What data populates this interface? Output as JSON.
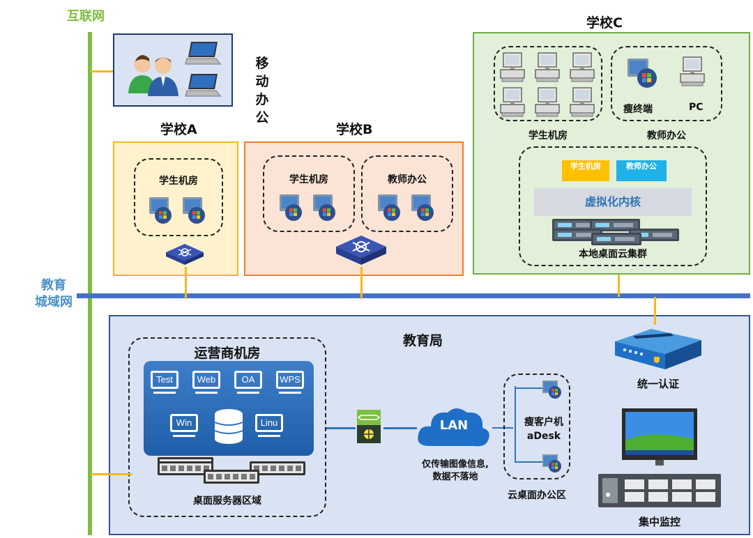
{
  "labels": {
    "internet": "互联网",
    "mobile_office": [
      "移",
      "动",
      "办",
      "公"
    ],
    "school_a": "学校A",
    "school_b": "学校B",
    "school_c": "学校C",
    "edu_network": [
      "教育",
      "城域网"
    ],
    "education_bureau": "教育局"
  },
  "school_a": {
    "student_lab": "学生机房"
  },
  "school_b": {
    "student_lab": "学生机房",
    "teacher_office": "教师办公"
  },
  "school_c": {
    "student_lab": "学生机房",
    "teacher_office": "教师办公",
    "thin_terminal": "瘦终端",
    "pc": "PC",
    "cluster": {
      "tags": [
        "学生机房",
        "教师办公"
      ],
      "kernel": "虚拟化内核",
      "caption": "本地桌面云集群"
    }
  },
  "bureau": {
    "operator_room": "运营商机房",
    "apps": [
      "Test",
      "Web",
      "OA",
      "WPS"
    ],
    "apps_row2": [
      "Win",
      "Linu"
    ],
    "server_zone": "桌面服务器区域",
    "lan": "LAN",
    "lan_note": [
      "仅传输图像信息,",
      "数据不落地"
    ],
    "thin_client": [
      "瘦客户机",
      "aDesk"
    ],
    "cloud_office": "云桌面办公区",
    "auth": "统一认证",
    "monitor": "集中监控"
  },
  "colors": {
    "trunk_green": "#7dbd3c",
    "network_blue": "#4472c4",
    "link_orange": "#f4b81c",
    "school_a_fill": "#fff2cc",
    "school_b_fill": "#fbe4d5",
    "school_c_fill": "#e2efd9",
    "bureau_fill": "#dae3f3"
  }
}
